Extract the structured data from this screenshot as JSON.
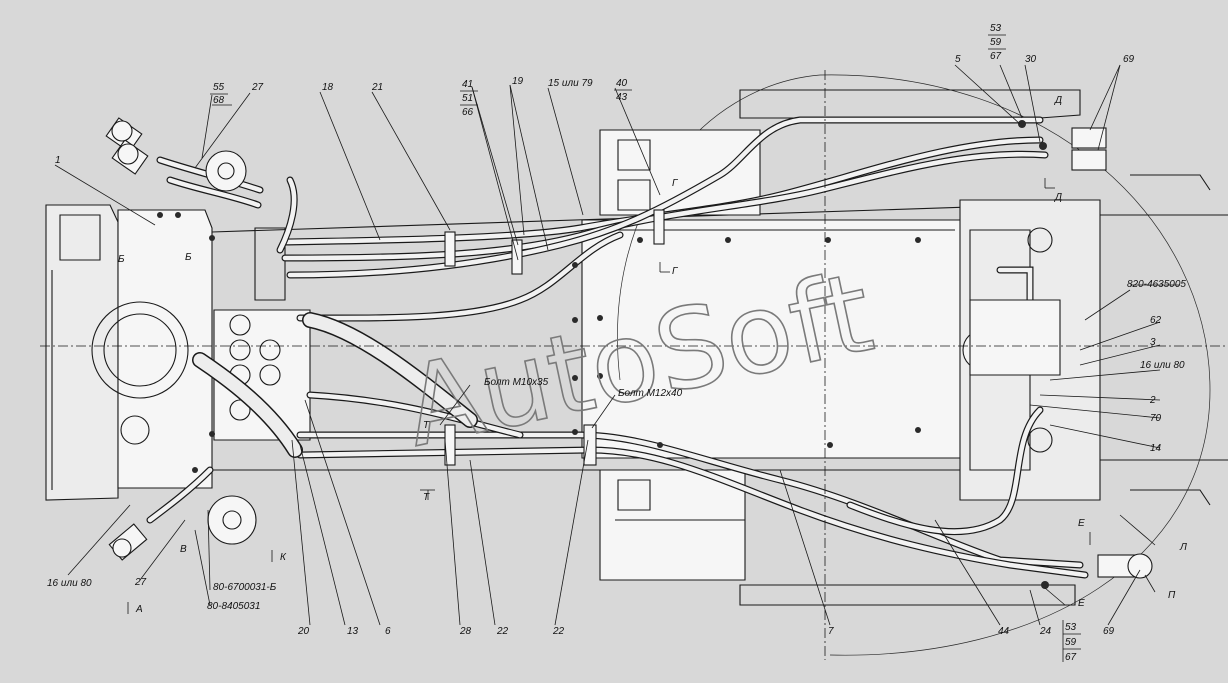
{
  "watermark": "AutoSoft",
  "callouts": {
    "c55": "55",
    "c68": "68",
    "c27_top": "27",
    "c18": "18",
    "c21": "21",
    "c41": "41",
    "c51": "51",
    "c66": "66",
    "c19": "19",
    "c15_79": "15 или 79",
    "c40": "40",
    "c43": "43",
    "c53_top": "53",
    "c59_top": "59",
    "c67_top": "67",
    "c5": "5",
    "c30": "30",
    "c69_top": "69",
    "c1": "1",
    "c820": "820-4635005",
    "c62": "62",
    "c3": "3",
    "c16_80_right": "16 или 80",
    "c2": "2",
    "c70": "70",
    "c14": "14",
    "c16_80_left": "16 или 80",
    "c27_bottom": "27",
    "c80_6700031": "80-6700031-Б",
    "c80_8405031": "80-8405031",
    "c20": "20",
    "c13": "13",
    "c6": "6",
    "c28": "28",
    "c22_a": "22",
    "c22_b": "22",
    "c7": "7",
    "c44": "44",
    "c24": "24",
    "c53_bot": "53",
    "c59_bot": "59",
    "c67_bot": "67",
    "c69_bot": "69",
    "bolt_m10": "Болт М10х35",
    "bolt_m12": "Болт М12х40"
  },
  "section_marks": {
    "b1": "Б",
    "b2": "Б",
    "g1": "Г",
    "g2": "Г",
    "d1": "Д",
    "d2": "Д",
    "t1": "Т",
    "t2": "Т",
    "e1": "Е",
    "e2": "Е",
    "v": "В",
    "k": "К",
    "a": "А",
    "l": "Л",
    "p": "П"
  }
}
